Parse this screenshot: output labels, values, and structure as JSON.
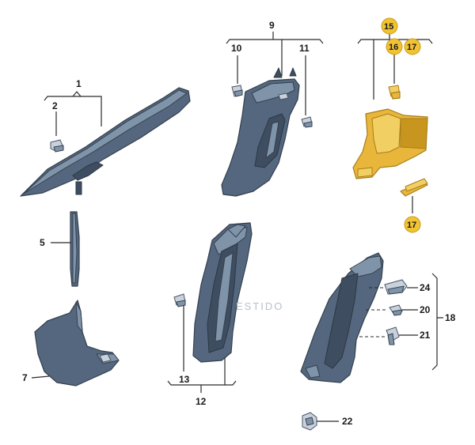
{
  "callouts": {
    "c1": "1",
    "c2": "2",
    "c5": "5",
    "c7": "7",
    "c9": "9",
    "c10": "10",
    "c11": "11",
    "c12": "12",
    "c13": "13",
    "c15": "15",
    "c16": "16",
    "c17_top": "17",
    "c17_bottom": "17",
    "c18": "18",
    "c20": "20",
    "c21": "21",
    "c22": "22",
    "c24": "24"
  },
  "watermark": "ESTIDO",
  "colors": {
    "part": "#54677e",
    "highlight": "#e8b63b",
    "callout_highlight": "#f1c232"
  }
}
